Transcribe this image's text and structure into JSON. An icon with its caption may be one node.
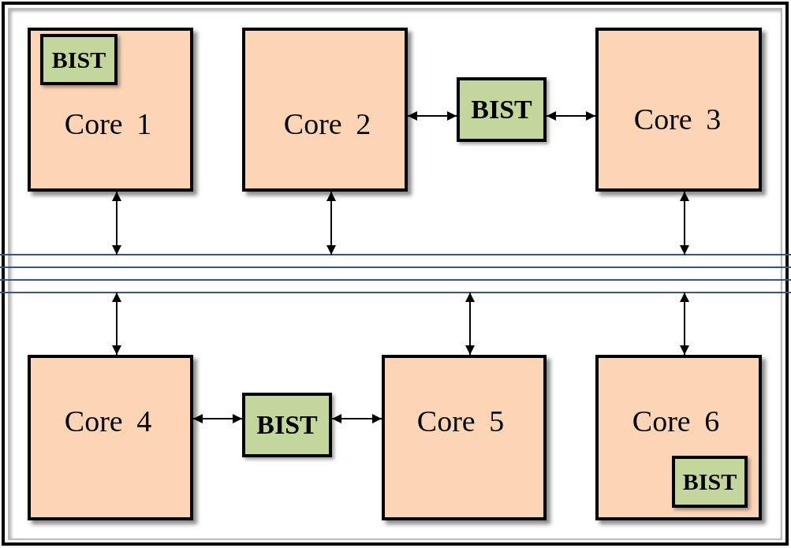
{
  "diagram": {
    "nodes": [
      {
        "text": [
          "Core 1"
        ]
      },
      {
        "text": [
          "BIST"
        ],
        "in": 0
      },
      {
        "text": [
          "Core 2"
        ]
      },
      {
        "text": [
          "BIST"
        ]
      },
      {
        "text": [
          "Core 3"
        ]
      },
      {
        "text": [],
        "shape": "bar"
      },
      {
        "text": [
          "Core 4"
        ]
      },
      {
        "text": [
          "BIST"
        ]
      },
      {
        "text": [
          "Core 5"
        ]
      },
      {
        "text": [
          "Core 6"
        ]
      },
      {
        "text": [
          "BIST"
        ],
        "in": 9
      }
    ],
    "edges": [
      {
        "from": 2,
        "to": 3,
        "arrow": "both"
      },
      {
        "from": 3,
        "to": 4,
        "arrow": "both"
      },
      {
        "from": 0,
        "to": 5,
        "arrow": "both"
      },
      {
        "from": 2,
        "to": 5,
        "arrow": "both"
      },
      {
        "from": 4,
        "to": 5,
        "arrow": "both"
      },
      {
        "from": 6,
        "to": 5,
        "arrow": "both"
      },
      {
        "from": 8,
        "to": 5,
        "arrow": "both"
      },
      {
        "from": 9,
        "to": 5,
        "arrow": "both"
      },
      {
        "from": 6,
        "to": 7,
        "arrow": "both"
      },
      {
        "from": 7,
        "to": 8,
        "arrow": "both"
      }
    ]
  }
}
